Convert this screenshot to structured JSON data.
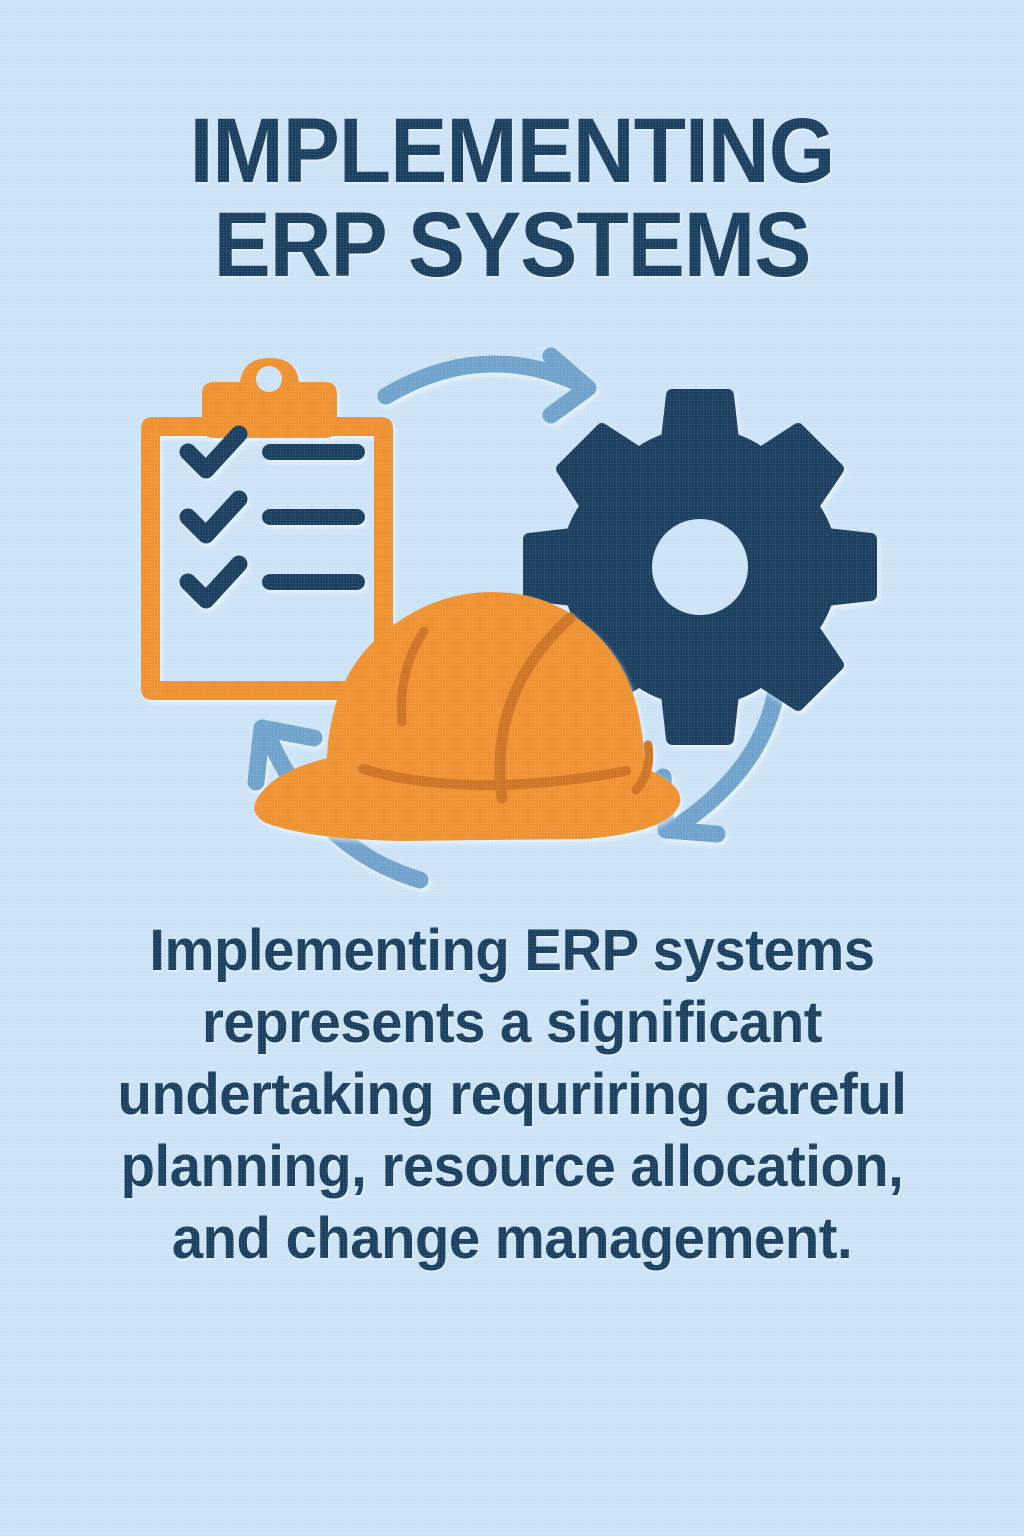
{
  "poster": {
    "background_color": "#cde4f7",
    "navy": "#1b4060",
    "orange": "#ef9331",
    "orange_dark": "#cf7426",
    "arrow_blue": "#6fa4cd"
  },
  "title": {
    "line1": "IMPLEMENTING",
    "line2": "ERP SYSTEMS",
    "color": "#1b4060"
  },
  "illustration": {
    "alt": "clipboard checklist, gear, hard hat surrounded by cyclical arrows",
    "clipboard": {
      "name": "checklist-clipboard",
      "outline_color": "#ef9331",
      "check_color": "#1b4060",
      "checked_items": 3
    },
    "gear": {
      "name": "gear",
      "color": "#1b4060",
      "teeth": 8
    },
    "hard_hat": {
      "name": "hard-hat",
      "color": "#ef9331",
      "shade_color": "#cf7426"
    },
    "arrows": [
      {
        "name": "cycle-arrow-top",
        "direction": "right",
        "color": "#6fa4cd"
      },
      {
        "name": "cycle-arrow-right",
        "direction": "down-left",
        "color": "#6fa4cd"
      },
      {
        "name": "cycle-arrow-bottom-left",
        "direction": "up-left",
        "color": "#6fa4cd"
      }
    ]
  },
  "body": {
    "text": "Implementing ERP systems represents a significant undertaking requriring careful planning, resource allocation, and change management.",
    "color": "#1b4060"
  }
}
